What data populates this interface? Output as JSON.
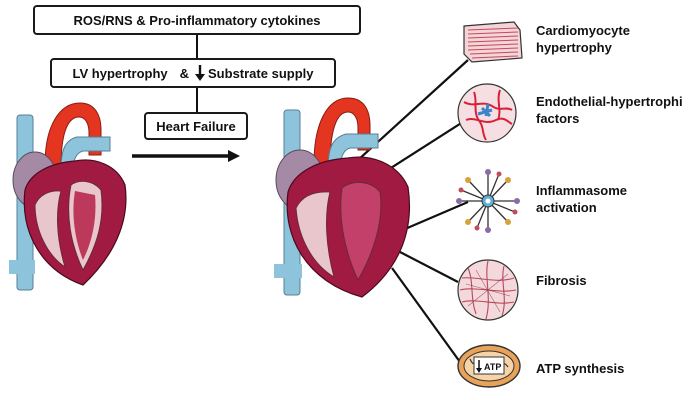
{
  "flow": {
    "top_box": "ROS/RNS & Pro-inflammatory cytokines",
    "middle_box": {
      "left_text": "LV hypertrophy",
      "amp": "&",
      "arrow": "down-arrow-icon",
      "right_text": "Substrate supply"
    },
    "bottom_box": "Heart Failure"
  },
  "hearts": {
    "left": "normal-heart-illustration",
    "right": "failing-heart-illustration"
  },
  "outcomes": [
    {
      "line1": "Cardiomyocyte",
      "line2": "hypertrophy",
      "icon": "cardiomyocyte-icon"
    },
    {
      "line1": "Endothelial-hypertrophi",
      "line2": "factors",
      "icon": "endothelial-icon"
    },
    {
      "line1": "Inflammasome",
      "line2": "activation",
      "icon": "inflammasome-icon"
    },
    {
      "line1": "Fibrosis",
      "line2": "",
      "icon": "fibrosis-icon"
    },
    {
      "line1": "ATP synthesis",
      "line2": "",
      "icon": "mitochondrion-icon"
    }
  ],
  "atp_label": "ATP",
  "colors": {
    "myocardium": "#a01a42",
    "chamber": "#e9c6cc",
    "aorta": "#e3351f",
    "vessels_blue": "#8ec3dc",
    "atrium_purple": "#a58aa6",
    "outline": "#1a1a1a"
  }
}
